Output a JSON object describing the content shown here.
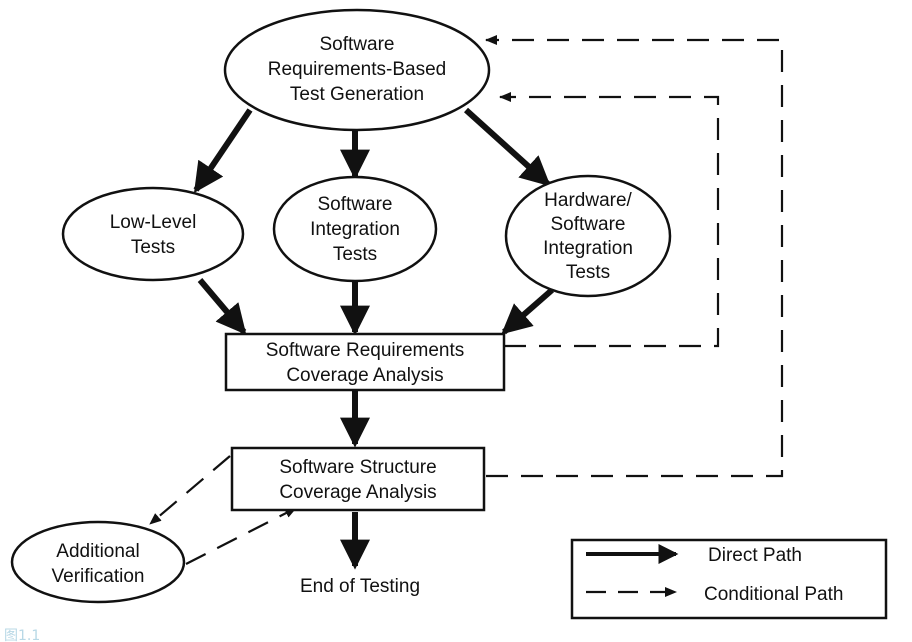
{
  "nodes": {
    "gen": {
      "lines": [
        "Software",
        "Requirements-Based",
        "Test Generation"
      ]
    },
    "low": {
      "lines": [
        "Low-Level",
        "Tests"
      ]
    },
    "integ": {
      "lines": [
        "Software",
        "Integration",
        "Tests"
      ]
    },
    "hw": {
      "lines": [
        "Hardware/",
        "Software",
        "Integration",
        "Tests"
      ]
    },
    "req_cov": {
      "lines": [
        "Software Requirements",
        "Coverage Analysis"
      ]
    },
    "struct_cov": {
      "lines": [
        "Software Structure",
        "Coverage Analysis"
      ]
    },
    "add_ver": {
      "lines": [
        "Additional",
        "Verification"
      ]
    },
    "end": {
      "lines": [
        "End of Testing"
      ]
    }
  },
  "legend": {
    "direct": "Direct Path",
    "conditional": "Conditional Path"
  },
  "footer_glyph": "图1.1"
}
